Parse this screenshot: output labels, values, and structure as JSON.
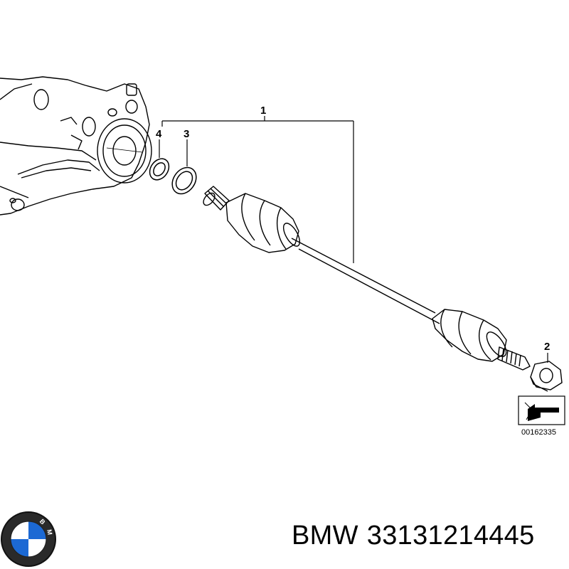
{
  "callouts": {
    "axle_shaft": "1",
    "collar_nut": "2",
    "shim_ring": "3",
    "circlip": "4"
  },
  "reference_code": "00162335",
  "logo": {
    "text": "BMW",
    "colors": {
      "blue": "#1c69d4",
      "ring": "#000000",
      "white": "#ffffff"
    }
  },
  "caption": {
    "brand": "BMW",
    "part_number": "33131214445"
  }
}
